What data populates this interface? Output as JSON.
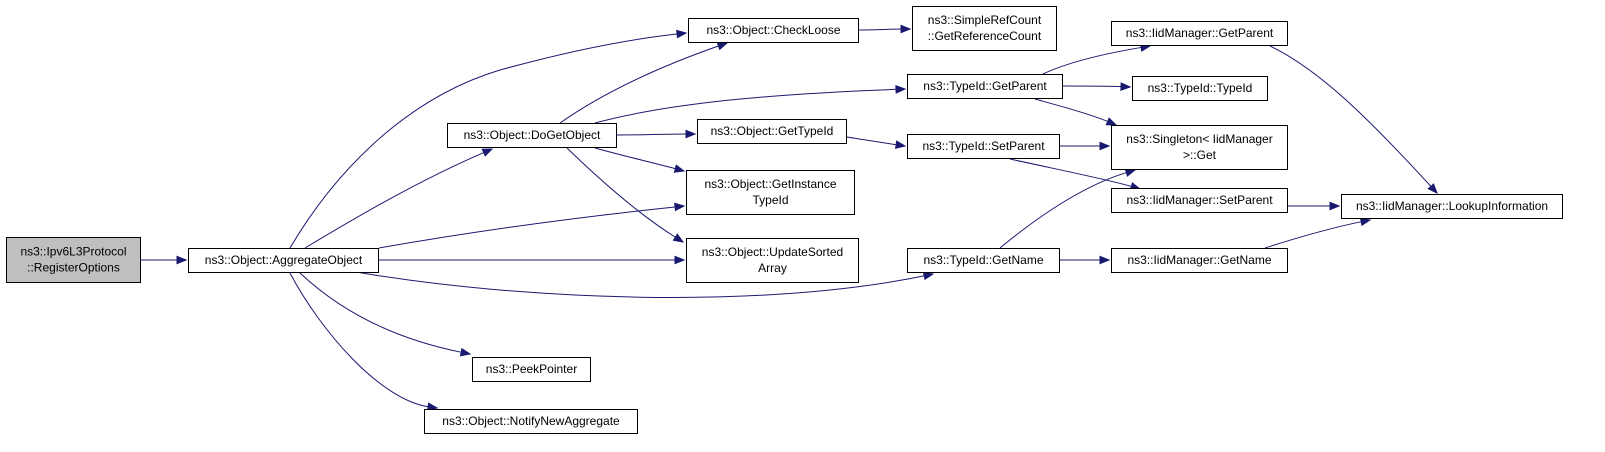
{
  "diagram": {
    "type": "call-graph",
    "colors": {
      "edge": "#191970",
      "root_fill": "#bfbfbf",
      "node_fill": "#ffffff",
      "node_border": "#000000"
    },
    "nodes": [
      {
        "id": "n0",
        "lines": [
          "ns3::Ipv6L3Protocol",
          "::RegisterOptions"
        ],
        "root": true
      },
      {
        "id": "n1",
        "lines": [
          "ns3::Object::AggregateObject"
        ]
      },
      {
        "id": "n2",
        "lines": [
          "ns3::Object::CheckLoose"
        ]
      },
      {
        "id": "n3",
        "lines": [
          "ns3::Object::DoGetObject"
        ]
      },
      {
        "id": "n4",
        "lines": [
          "ns3::Object::GetInstance",
          "TypeId"
        ]
      },
      {
        "id": "n5",
        "lines": [
          "ns3::Object::UpdateSorted",
          "Array"
        ]
      },
      {
        "id": "n6",
        "lines": [
          "ns3::TypeId::GetName"
        ]
      },
      {
        "id": "n7",
        "lines": [
          "ns3::PeekPointer"
        ]
      },
      {
        "id": "n8",
        "lines": [
          "ns3::Object::NotifyNewAggregate"
        ]
      },
      {
        "id": "n9",
        "lines": [
          "ns3::SimpleRefCount",
          "::GetReferenceCount"
        ]
      },
      {
        "id": "n10",
        "lines": [
          "ns3::Object::GetTypeId"
        ]
      },
      {
        "id": "n11",
        "lines": [
          "ns3::TypeId::GetParent"
        ]
      },
      {
        "id": "n12",
        "lines": [
          "ns3::TypeId::SetParent"
        ]
      },
      {
        "id": "n13",
        "lines": [
          "ns3::IidManager::GetParent"
        ]
      },
      {
        "id": "n14",
        "lines": [
          "ns3::TypeId::TypeId"
        ]
      },
      {
        "id": "n15",
        "lines": [
          "ns3::Singleton< IidManager",
          " >::Get"
        ]
      },
      {
        "id": "n16",
        "lines": [
          "ns3::IidManager::SetParent"
        ]
      },
      {
        "id": "n17",
        "lines": [
          "ns3::IidManager::LookupInformation"
        ]
      },
      {
        "id": "n18",
        "lines": [
          "ns3::IidManager::GetName"
        ]
      }
    ],
    "edges": [
      [
        "n0",
        "n1"
      ],
      [
        "n1",
        "n2"
      ],
      [
        "n1",
        "n3"
      ],
      [
        "n1",
        "n4"
      ],
      [
        "n1",
        "n5"
      ],
      [
        "n1",
        "n6"
      ],
      [
        "n1",
        "n7"
      ],
      [
        "n1",
        "n8"
      ],
      [
        "n3",
        "n2"
      ],
      [
        "n3",
        "n10"
      ],
      [
        "n3",
        "n11"
      ],
      [
        "n3",
        "n4"
      ],
      [
        "n3",
        "n5"
      ],
      [
        "n2",
        "n9"
      ],
      [
        "n10",
        "n12"
      ],
      [
        "n11",
        "n13"
      ],
      [
        "n11",
        "n14"
      ],
      [
        "n11",
        "n15"
      ],
      [
        "n12",
        "n15"
      ],
      [
        "n12",
        "n16"
      ],
      [
        "n6",
        "n15"
      ],
      [
        "n6",
        "n18"
      ],
      [
        "n13",
        "n17"
      ],
      [
        "n16",
        "n17"
      ],
      [
        "n18",
        "n17"
      ]
    ]
  }
}
